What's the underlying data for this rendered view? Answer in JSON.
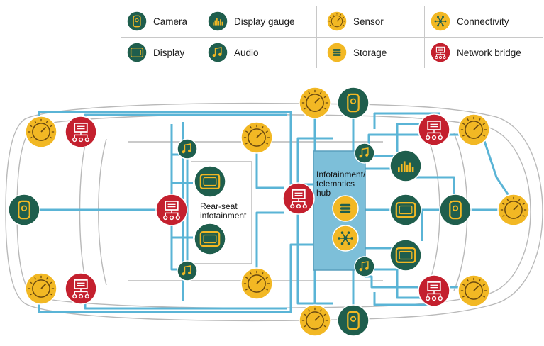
{
  "legend": [
    {
      "id": "camera",
      "label": "Camera",
      "icon": "camera-icon"
    },
    {
      "id": "display-gauge",
      "label": "Display gauge",
      "icon": "display-gauge-icon"
    },
    {
      "id": "sensor",
      "label": "Sensor",
      "icon": "sensor-icon"
    },
    {
      "id": "connectivity",
      "label": "Connectivity",
      "icon": "connectivity-icon"
    },
    {
      "id": "display",
      "label": "Display",
      "icon": "display-icon"
    },
    {
      "id": "audio",
      "label": "Audio",
      "icon": "audio-icon"
    },
    {
      "id": "storage",
      "label": "Storage",
      "icon": "storage-icon"
    },
    {
      "id": "network-bridge",
      "label": "Network bridge",
      "icon": "network-bridge-icon"
    }
  ],
  "labels": {
    "hub_line1": "Infotainment/",
    "hub_line2": "telematics",
    "hub_line3": "hub",
    "rear_line1": "Rear-seat",
    "rear_line2": "infotainment"
  },
  "colors": {
    "green": "#1f5e4d",
    "yellow": "#f2b824",
    "red": "#c4202e",
    "wire": "#5ab4d6",
    "hub": "#7dbfd9",
    "car_outline": "#b9b9b9"
  }
}
